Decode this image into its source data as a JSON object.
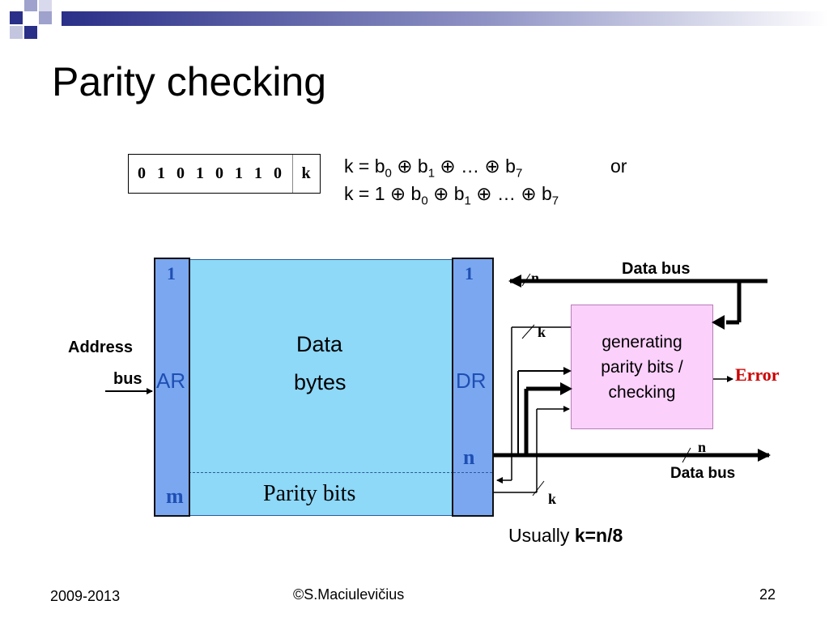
{
  "slide": {
    "title": "Parity checking",
    "bits": [
      "0",
      "1",
      "0",
      "1",
      "0",
      "1",
      "1",
      "0"
    ],
    "parity_cell": "k",
    "formula1": {
      "k": "k = b",
      "s0": "0",
      "x1": " ⊕ b",
      "s1": "1",
      "x2": " ⊕ … ⊕ b",
      "s7": "7",
      "or": "or"
    },
    "formula2": {
      "k": "k = 1 ⊕ b",
      "s0": "0",
      "x1": " ⊕ b",
      "s1": "1",
      "x2": " ⊕ … ⊕ b",
      "s7": "7"
    }
  },
  "diagram": {
    "ar_top": "1",
    "ar_label": "AR",
    "ar_bottom": "m",
    "dr_top": "1",
    "dr_label": "DR",
    "dr_n": "n",
    "data_line1": "Data",
    "data_line2": "bytes",
    "parity_bits": "Parity bits",
    "address_line1": "Address",
    "address_line2": "bus",
    "data_bus_top": "Data bus",
    "data_bus_bottom": "Data bus",
    "n_top": "n",
    "k_top": "k",
    "n_bottom": "n",
    "k_bottom": "k",
    "gen_line1": "generating",
    "gen_line2": "parity bits /",
    "gen_line3": "checking",
    "error": "Error",
    "note_prefix": "Usually ",
    "note_bold": "k=n/8",
    "colors": {
      "register": "#7aa7f0",
      "memory": "#8ed8f8",
      "generator": "#fbd0fb",
      "error": "#cc0000",
      "register_text": "#1f4fb4"
    }
  },
  "footer": {
    "left": "2009-2013",
    "center": "©S.Maciulevičius",
    "right": "22"
  }
}
